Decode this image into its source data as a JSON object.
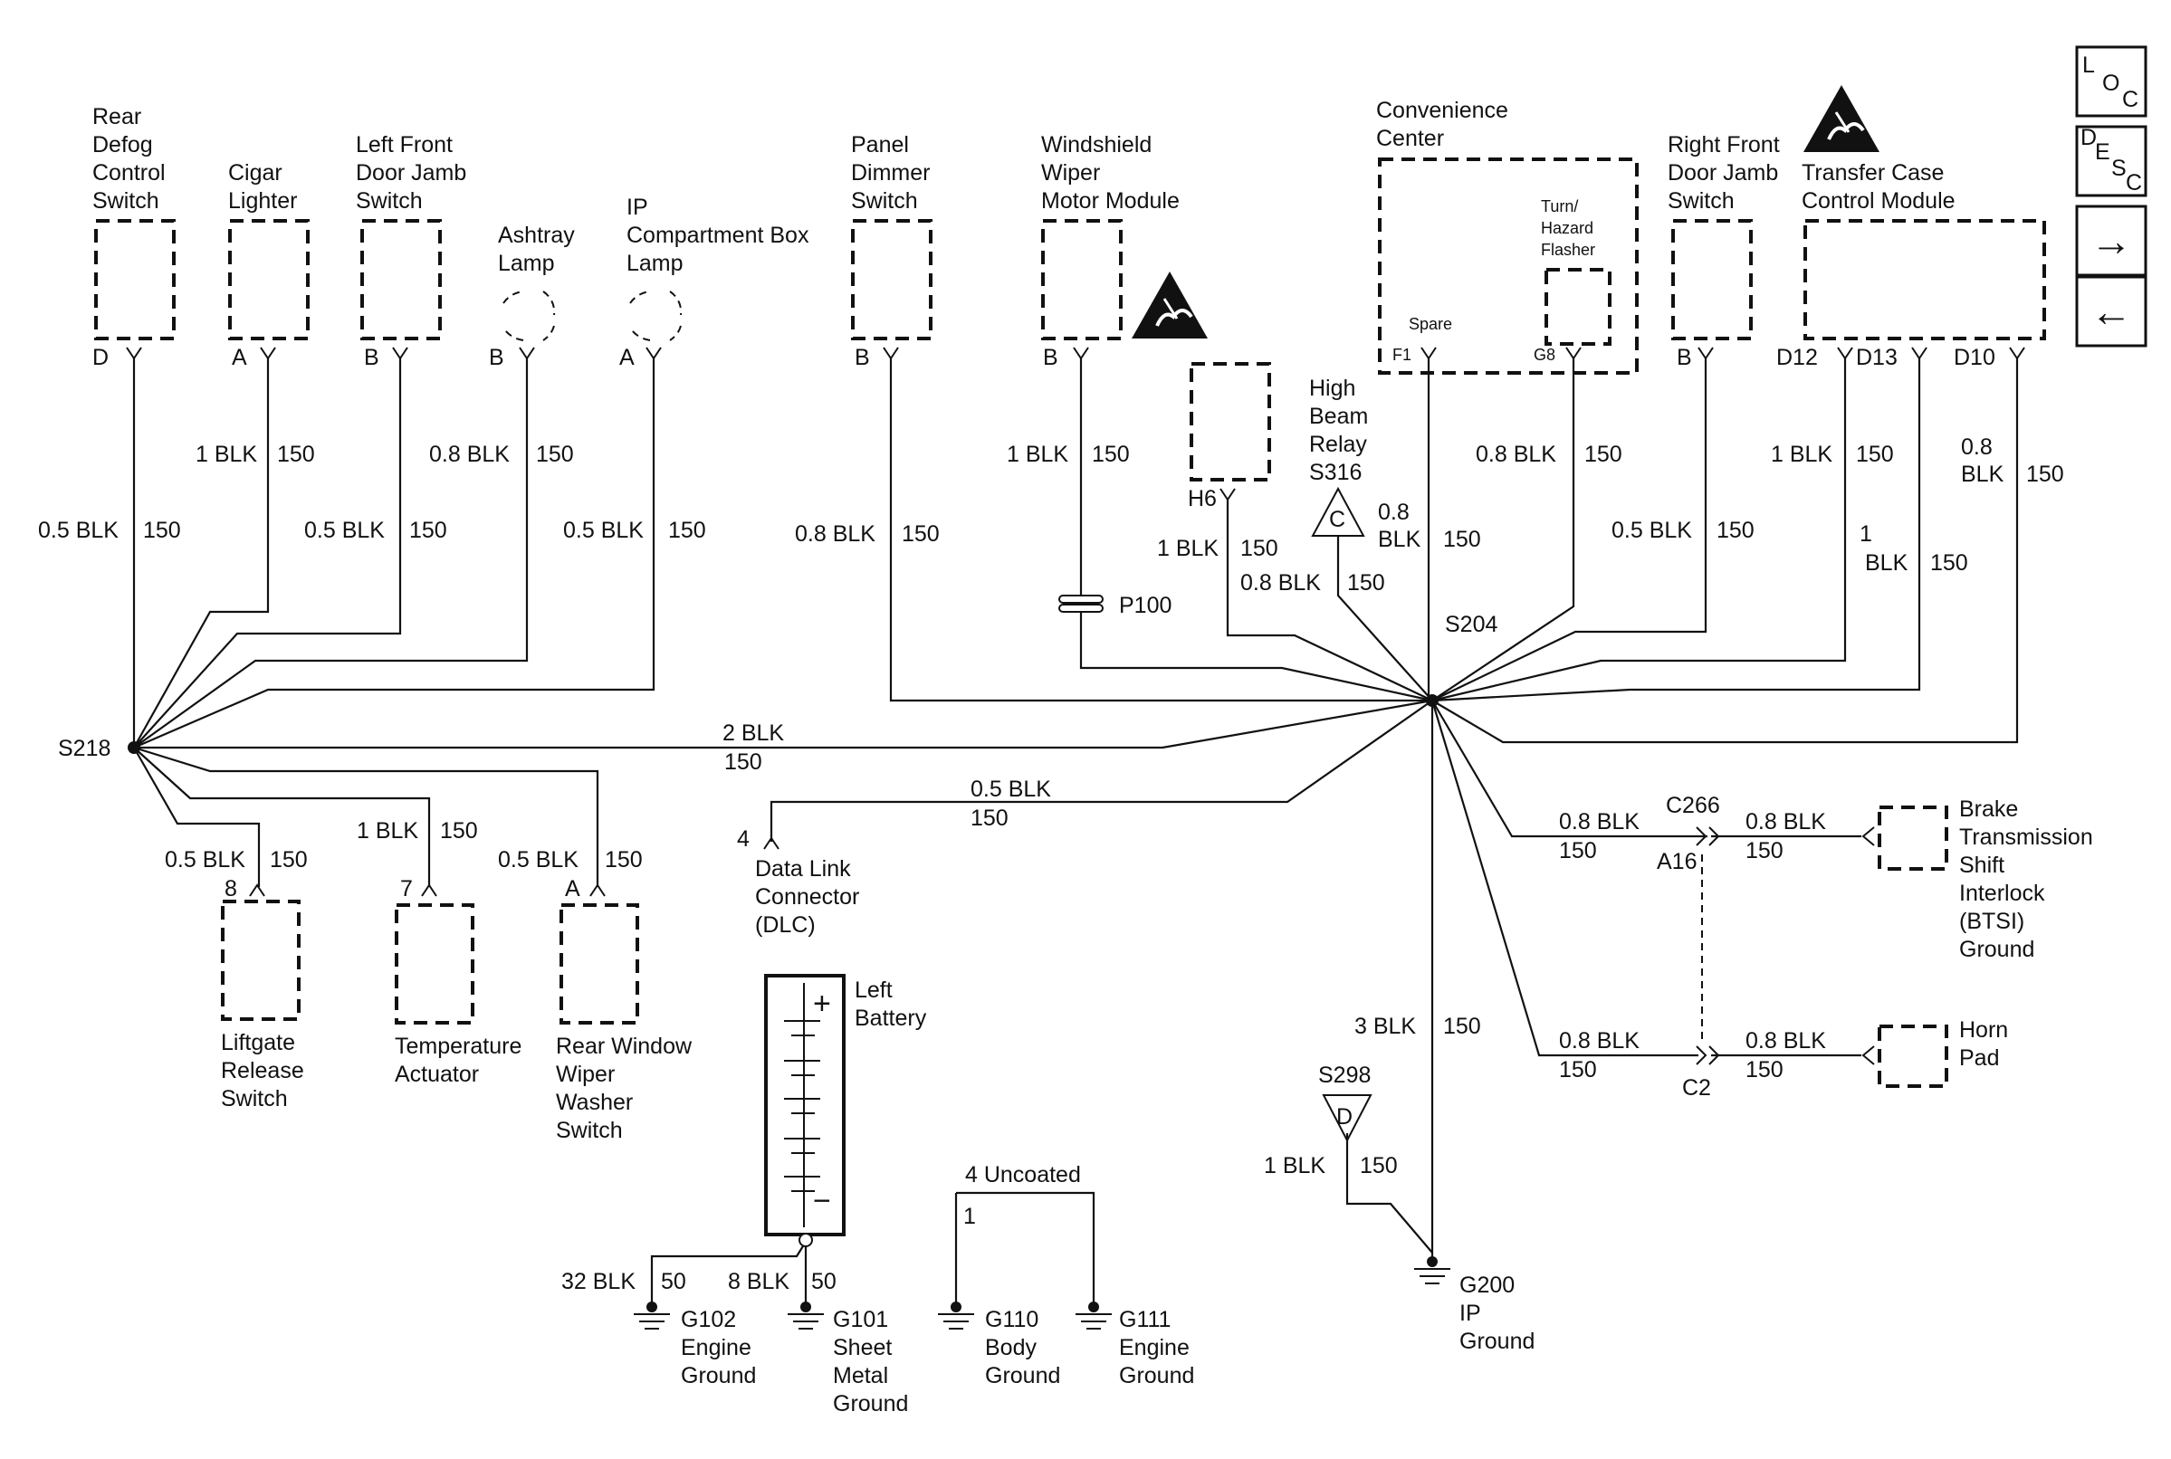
{
  "components": {
    "rear_defog": [
      "Rear",
      "Defog",
      "Control",
      "Switch"
    ],
    "rear_defog_pin": "D",
    "cigar": [
      "Cigar",
      "Lighter"
    ],
    "cigar_pin": "A",
    "lf_door": [
      "Left Front",
      "Door Jamb",
      "Switch"
    ],
    "lf_door_pin": "B",
    "ashtray": [
      "Ashtray",
      "Lamp"
    ],
    "ashtray_pin": "B",
    "ip_box": [
      "IP",
      "Compartment Box",
      "Lamp"
    ],
    "ip_box_pin": "A",
    "panel_dimmer": [
      "Panel",
      "Dimmer",
      "Switch"
    ],
    "panel_dimmer_pin": "B",
    "wiper_module": [
      "Windshield",
      "Wiper",
      "Motor Module"
    ],
    "wiper_module_pin": "B",
    "h6_pin": "H6",
    "high_beam": [
      "High",
      "Beam",
      "Relay",
      "S316"
    ],
    "high_beam_tri": "C",
    "convenience": [
      "Convenience",
      "Center"
    ],
    "spare": "Spare",
    "f1_pin": "F1",
    "flasher": [
      "Turn/",
      "Hazard",
      "Flasher"
    ],
    "g8_pin": "G8",
    "rf_door": [
      "Right Front",
      "Door Jamb",
      "Switch"
    ],
    "rf_door_pin": "B",
    "transfer_case": [
      "Transfer Case",
      "Control Module"
    ],
    "d12_pin": "D12",
    "d13_pin": "D13",
    "d10_pin": "D10",
    "liftgate": [
      "Liftgate",
      "Release",
      "Switch"
    ],
    "liftgate_pin": "8",
    "temp_actuator": [
      "Temperature",
      "Actuator"
    ],
    "temp_pin": "7",
    "rear_wiper": [
      "Rear Window",
      "Wiper",
      "Washer",
      "Switch"
    ],
    "rear_wiper_pin": "A",
    "dlc": [
      "Data Link",
      "Connector",
      "(DLC)"
    ],
    "dlc_pin": "4",
    "btsi": [
      "Brake",
      "Transmission",
      "Shift",
      "Interlock",
      "(BTSI)",
      "Ground"
    ],
    "horn": [
      "Horn",
      "Pad"
    ],
    "battery": [
      "Left",
      "Battery"
    ],
    "battery_plus": "+",
    "battery_minus": "−"
  },
  "wires": {
    "w_defog": [
      "0.5 BLK",
      "150"
    ],
    "w_cigar": [
      "1 BLK",
      "150"
    ],
    "w_lfdoor": [
      "0.5 BLK",
      "150"
    ],
    "w_ashtray": [
      "0.8 BLK",
      "150"
    ],
    "w_ipbox": [
      "0.5 BLK",
      "150"
    ],
    "w_dimmer": [
      "0.8 BLK",
      "150"
    ],
    "w_wiper": [
      "1 BLK",
      "150"
    ],
    "w_h6": [
      "1 BLK",
      "150"
    ],
    "w_highbeam": [
      "0.8 BLK",
      "150"
    ],
    "w_f1": [
      "0.8",
      "BLK",
      "150"
    ],
    "w_g8": [
      "0.8 BLK",
      "150"
    ],
    "w_rfdoor": [
      "0.5 BLK",
      "150"
    ],
    "w_d12": [
      "1 BLK",
      "150"
    ],
    "w_d13": [
      "1",
      "BLK",
      "150"
    ],
    "w_d10": [
      "0.8",
      "BLK",
      "150"
    ],
    "w_main": [
      "2 BLK",
      "150"
    ],
    "w_dlc": [
      "0.5 BLK",
      "150"
    ],
    "w_liftgate": [
      "0.5 BLK",
      "150"
    ],
    "w_temp": [
      "1 BLK",
      "150"
    ],
    "w_rearwiper": [
      "0.5 BLK",
      "150"
    ],
    "w_btsi_a": [
      "0.8 BLK",
      "150"
    ],
    "w_btsi_b": [
      "0.8 BLK",
      "150"
    ],
    "w_horn_a": [
      "0.8 BLK",
      "150"
    ],
    "w_horn_b": [
      "0.8 BLK",
      "150"
    ],
    "w_g200": [
      "3 BLK",
      "150"
    ],
    "w_s298": [
      "1 BLK",
      "150"
    ],
    "w_g102": [
      "32 BLK",
      "50"
    ],
    "w_g101": [
      "8 BLK",
      "50"
    ],
    "w_uncoated": "4 Uncoated",
    "w_uncoated_pin": "1"
  },
  "splices": {
    "s218": "S218",
    "s204": "S204",
    "p100": "P100",
    "s298": "S298",
    "s298_tri": "D",
    "c266": "C266",
    "a16": "A16",
    "c2": "C2"
  },
  "grounds": {
    "g200": [
      "G200",
      "IP",
      "Ground"
    ],
    "g102": [
      "G102",
      "Engine",
      "Ground"
    ],
    "g101": [
      "G101",
      "Sheet",
      "Metal",
      "Ground"
    ],
    "g110": [
      "G110",
      "Body",
      "Ground"
    ],
    "g111": [
      "G111",
      "Engine",
      "Ground"
    ]
  },
  "nav": {
    "loc": [
      "L",
      "O",
      "C"
    ],
    "desc": [
      "D",
      "E",
      "S",
      "C"
    ],
    "next": "→",
    "prev": "←"
  }
}
